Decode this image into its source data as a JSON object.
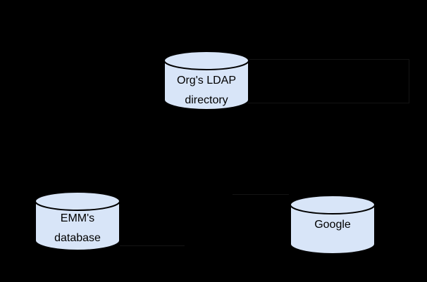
{
  "colors": {
    "background": "#000000",
    "cylinder_fill": "#d8e5f8",
    "cylinder_stroke": "#000000",
    "label_text": "#000000"
  },
  "diagram": {
    "description": "Three database cylinders on a black background",
    "nodes": {
      "ldap": {
        "shape": "cylinder",
        "line1": "Org's LDAP",
        "line2": "directory"
      },
      "emm": {
        "shape": "cylinder",
        "line1": "EMM's",
        "line2": "database"
      },
      "google": {
        "shape": "cylinder",
        "line1": "Google"
      }
    }
  }
}
